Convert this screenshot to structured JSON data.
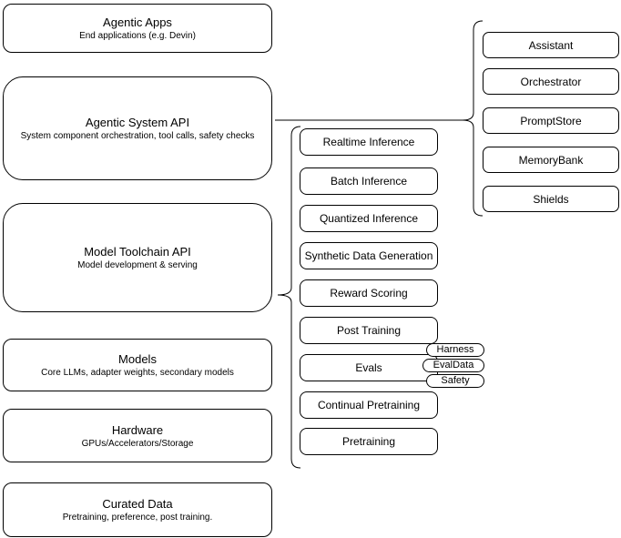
{
  "stack": {
    "layers": [
      {
        "title": "Agentic Apps",
        "subtitle": "End applications (e.g. Devin)"
      },
      {
        "title": "Agentic System API",
        "subtitle": "System component orchestration, tool calls, safety checks"
      },
      {
        "title": "Model Toolchain API",
        "subtitle": "Model development & serving"
      },
      {
        "title": "Models",
        "subtitle": "Core LLMs, adapter weights, secondary models"
      },
      {
        "title": "Hardware",
        "subtitle": "GPUs/Accelerators/Storage"
      },
      {
        "title": "Curated Data",
        "subtitle": "Pretraining, preference, post training."
      }
    ]
  },
  "toolchain": {
    "nodes": [
      "Realtime Inference",
      "Batch Inference",
      "Quantized Inference",
      "Synthetic Data Generation",
      "Reward Scoring",
      "Post Training",
      "Evals",
      "Continual Pretraining",
      "Pretraining"
    ],
    "evals_tags": [
      "Harness",
      "EvalData",
      "Safety"
    ]
  },
  "system": {
    "nodes": [
      "Assistant",
      "Orchestrator",
      "PromptStore",
      "MemoryBank",
      "Shields"
    ]
  },
  "colors": {
    "stroke": "#000000",
    "fill": "#ffffff",
    "text": "#000000",
    "canvas_bg": "#ffffff"
  }
}
